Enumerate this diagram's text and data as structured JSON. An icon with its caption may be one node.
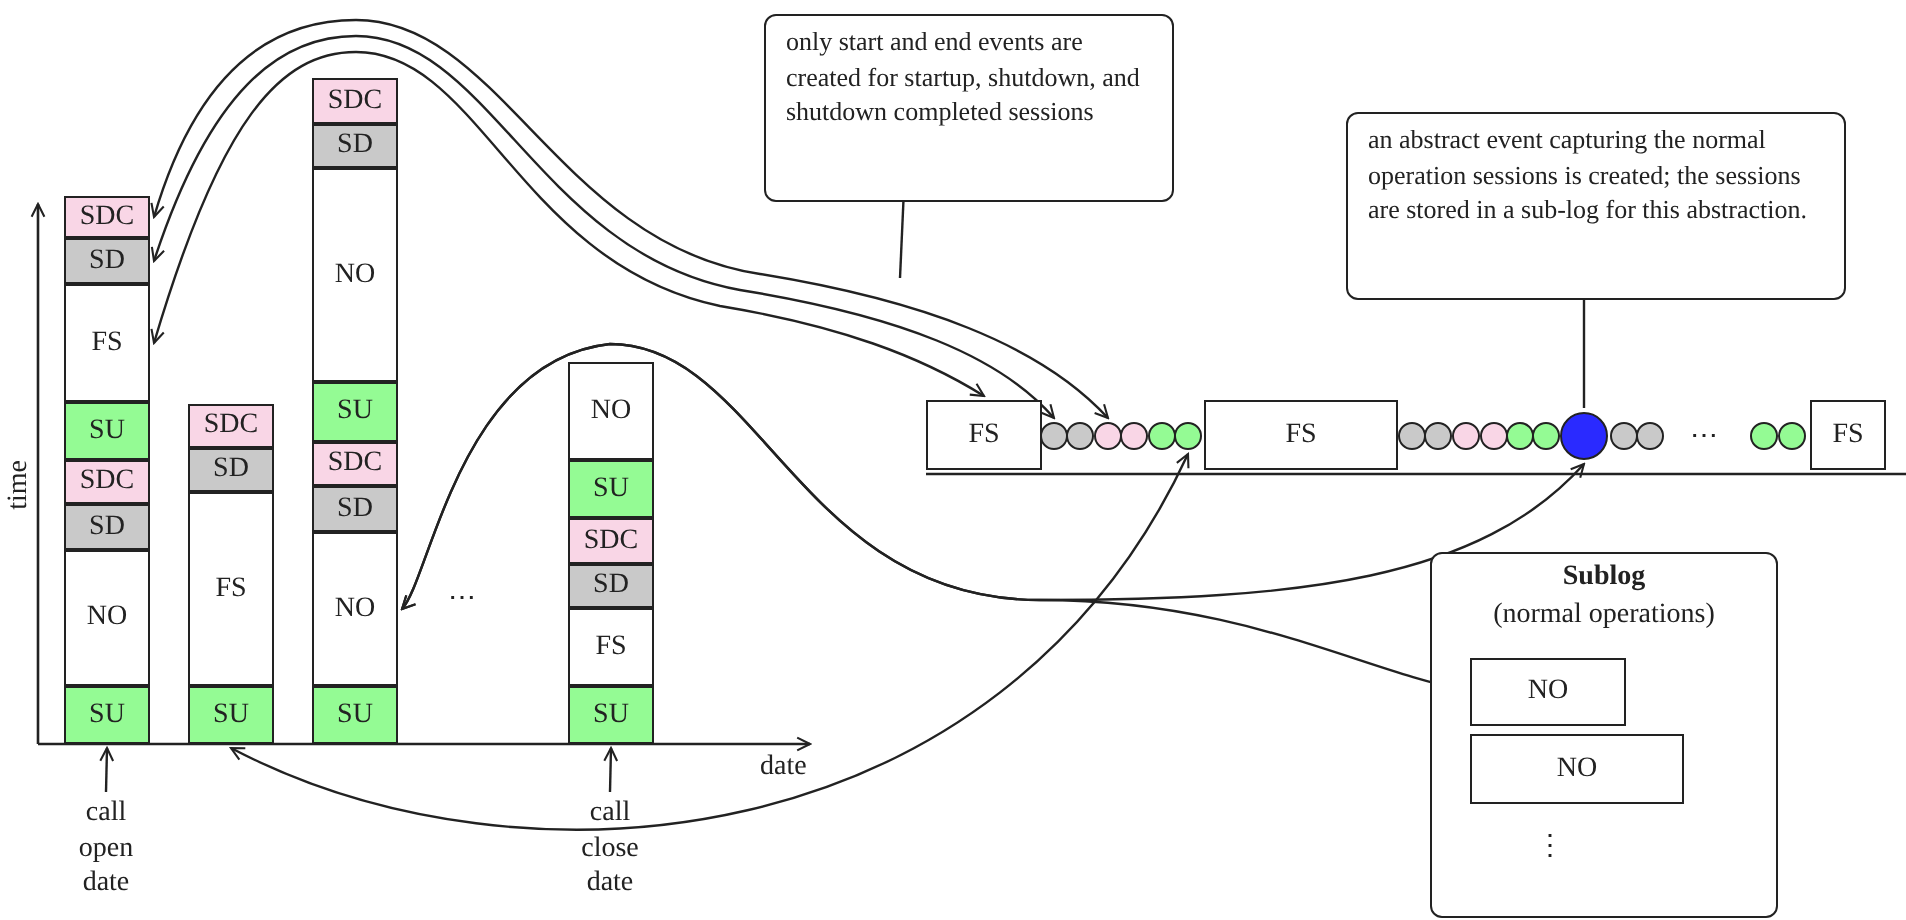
{
  "diagram": {
    "nodes": [
      {
        "text": [
          "SDC"
        ]
      },
      {
        "text": [
          "SD"
        ]
      },
      {
        "text": [
          "FS"
        ]
      },
      {
        "text": [
          "SU"
        ]
      },
      {
        "text": [
          "SDC"
        ]
      },
      {
        "text": [
          "SD"
        ]
      },
      {
        "text": [
          "NO"
        ]
      },
      {
        "text": [
          "SU"
        ]
      },
      {
        "text": [
          "SDC"
        ]
      },
      {
        "text": [
          "SD"
        ]
      },
      {
        "text": [
          "FS"
        ]
      },
      {
        "text": [
          "SU"
        ]
      },
      {
        "text": [
          "SDC"
        ]
      },
      {
        "text": [
          "SD"
        ]
      },
      {
        "text": [
          "NO"
        ]
      },
      {
        "text": [
          "SU"
        ]
      },
      {
        "text": [
          "SDC"
        ]
      },
      {
        "text": [
          "SD"
        ]
      },
      {
        "text": [
          "NO"
        ]
      },
      {
        "text": [
          "SU"
        ]
      },
      {
        "text": [
          "NO"
        ]
      },
      {
        "text": [
          "SU"
        ]
      },
      {
        "text": [
          "SDC"
        ]
      },
      {
        "text": [
          "SD"
        ]
      },
      {
        "text": [
          "FS"
        ]
      },
      {
        "text": [
          "SU"
        ]
      },
      {
        "text": [
          "call open date"
        ]
      },
      {
        "text": [
          "call close date"
        ]
      },
      {
        "text": [
          "only start and end events are created for startup, shutdown, and shutdown completed sessions"
        ]
      },
      {
        "text": [
          "an abstract event capturing the normal operation sessions is created; the sessions are stored in a sub-log for this abstraction."
        ]
      },
      {
        "text": [
          "FS"
        ]
      },
      {
        "text": [],
        "shape": "circle"
      },
      {
        "text": [],
        "shape": "circle"
      },
      {
        "text": [],
        "shape": "circle"
      },
      {
        "text": [],
        "shape": "circle"
      },
      {
        "text": [],
        "shape": "circle"
      },
      {
        "text": [],
        "shape": "circle"
      },
      {
        "text": [
          "FS"
        ]
      },
      {
        "text": [],
        "shape": "circle"
      },
      {
        "text": [],
        "shape": "circle"
      },
      {
        "text": [],
        "shape": "circle"
      },
      {
        "text": [],
        "shape": "circle"
      },
      {
        "text": [],
        "shape": "circle"
      },
      {
        "text": [],
        "shape": "circle"
      },
      {
        "text": [],
        "shape": "circle"
      },
      {
        "text": [],
        "shape": "circle"
      },
      {
        "text": [],
        "shape": "circle"
      },
      {
        "text": [],
        "shape": "circle"
      },
      {
        "text": [],
        "shape": "circle"
      },
      {
        "text": [
          "FS"
        ]
      },
      {
        "text": [
          "Sublog",
          "(normal operations)"
        ]
      },
      {
        "text": [
          "NO"
        ],
        "in": 50
      },
      {
        "text": [
          "NO"
        ],
        "in": 50
      }
    ],
    "edges": [
      {
        "from": 0,
        "to": 33,
        "arrow": "both"
      },
      {
        "from": 1,
        "to": 31,
        "arrow": "both"
      },
      {
        "from": 2,
        "to": 30,
        "arrow": "both"
      },
      {
        "from": 11,
        "to": 36,
        "arrow": "both"
      },
      {
        "from": 18,
        "to": 44,
        "arrow": "both"
      },
      {
        "from": 18,
        "to": 51,
        "arrow": "both"
      },
      {
        "from": 26,
        "to": 7,
        "arrow": "to"
      },
      {
        "from": 27,
        "to": 25,
        "arrow": "to"
      },
      {
        "from": 28,
        "to": null,
        "arrow": "none"
      },
      {
        "from": 29,
        "to": 44,
        "arrow": "none"
      }
    ],
    "labels": [
      "time",
      "date",
      "⋯",
      "⋯",
      "⋮"
    ]
  }
}
